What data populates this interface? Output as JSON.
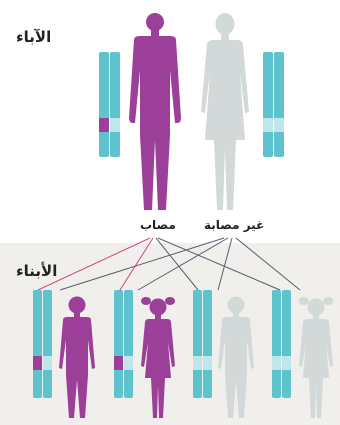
{
  "labels": {
    "parents": "الآباء",
    "children": "الأبناء",
    "affected": "مصاب",
    "unaffected": "غير مصابة"
  },
  "colors": {
    "affected": "#9c3f98",
    "unaffected": "#d3d8d9",
    "chromosome": "#5fc3ce",
    "chromosome_light": "#bfe6ea",
    "affected_band": "#9c3f98",
    "line_affected": "#d9417f",
    "line_normal": "#555f70",
    "background_band": "#f1efec"
  },
  "diagram": {
    "parents": [
      {
        "name": "father",
        "status": "affected",
        "icon": "male-figure-icon"
      },
      {
        "name": "mother",
        "status": "unaffected",
        "icon": "female-figure-icon"
      }
    ],
    "children": [
      {
        "name": "son-1",
        "status": "affected",
        "icon": "boy-figure-icon"
      },
      {
        "name": "daughter-1",
        "status": "affected",
        "icon": "girl-figure-icon"
      },
      {
        "name": "son-2",
        "status": "unaffected",
        "icon": "boy-figure-icon"
      },
      {
        "name": "daughter-2",
        "status": "unaffected",
        "icon": "girl-figure-icon"
      }
    ]
  }
}
